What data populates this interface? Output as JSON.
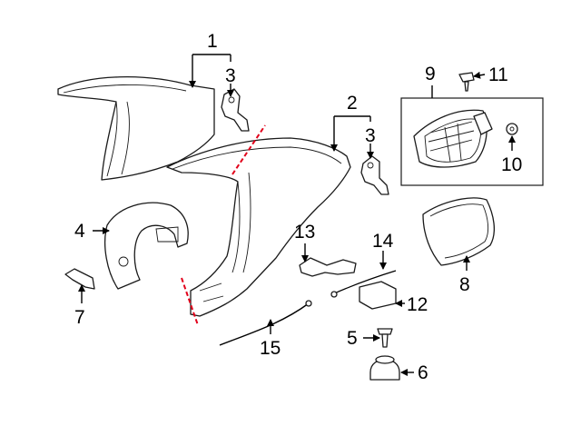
{
  "colors": {
    "ink": "#1a1a1a",
    "cut_line": "#e2001a",
    "background": "#ffffff"
  },
  "callouts": {
    "c1": "1",
    "c2": "2",
    "c3a": "3",
    "c3b": "3",
    "c4": "4",
    "c5": "5",
    "c6": "6",
    "c7": "7",
    "c8": "8",
    "c9": "9",
    "c10": "10",
    "c11": "11",
    "c12": "12",
    "c13": "13",
    "c14": "14",
    "c15": "15"
  }
}
